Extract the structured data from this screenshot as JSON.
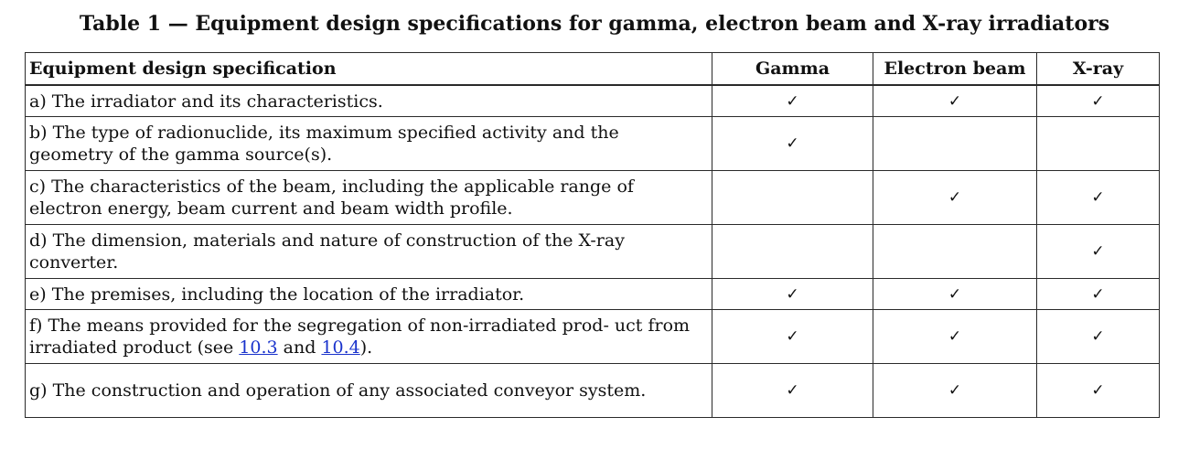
{
  "title": "Table 1 — Equipment design specifications for gamma, electron beam and X-ray irradiators",
  "columns": {
    "spec": "Equipment design specification",
    "gamma": "Gamma",
    "electron_beam": "Electron beam",
    "xray": "X-ray"
  },
  "check_symbol": "✓",
  "rows": [
    {
      "text": "a)  The irradiator and its characteristics.",
      "gamma": "✓",
      "electron_beam": "✓",
      "xray": "✓"
    },
    {
      "text": "b)  The type of radionuclide, its maximum specified activity and the geometry of the gamma source(s).",
      "gamma": "✓",
      "electron_beam": "",
      "xray": ""
    },
    {
      "text": "c)  The characteristics of the beam, including the applicable range of electron energy, beam current and beam width profile.",
      "gamma": "",
      "electron_beam": "✓",
      "xray": "✓"
    },
    {
      "text": "d)  The dimension, materials and nature of construction of the X-ray converter.",
      "gamma": "",
      "electron_beam": "",
      "xray": "✓"
    },
    {
      "text": "e)  The premises, including the location of the irradiator.",
      "gamma": "✓",
      "electron_beam": "✓",
      "xray": "✓"
    },
    {
      "text_before": "f)  The means provided for the segregation of non-irradiated prod- uct from irradiated product (see ",
      "link1": "10.3",
      "text_middle": " and ",
      "link2": "10.4",
      "text_after": ").",
      "gamma": "✓",
      "electron_beam": "✓",
      "xray": "✓"
    },
    {
      "text": "g)  The construction and operation of any associated conveyor system.",
      "gamma": "✓",
      "electron_beam": "✓",
      "xray": "✓"
    }
  ]
}
